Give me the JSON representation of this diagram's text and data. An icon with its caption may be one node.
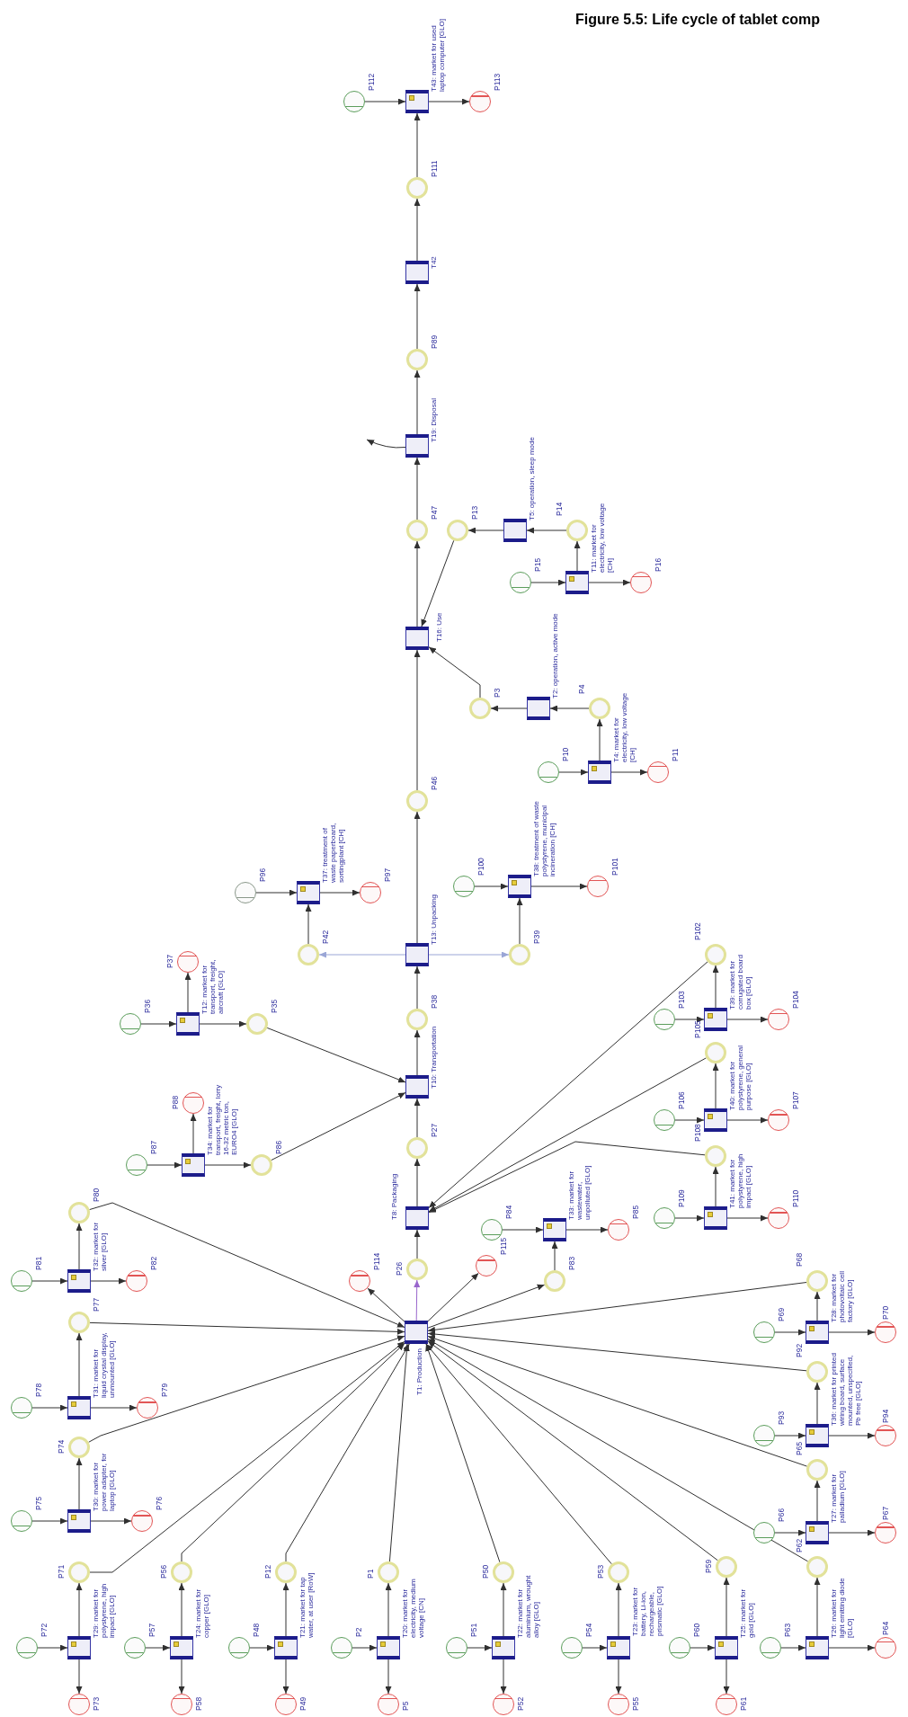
{
  "diagram": {
    "title": "Figure 5.5: Life cycle of tablet comp",
    "nodes": [
      {
        "text": [],
        "shape": "box",
        "beside": [
          "T43: market for used laptop computer [GLO]"
        ]
      },
      {
        "text": [],
        "shape": "circle",
        "beside": [
          "P112"
        ]
      },
      {
        "text": [],
        "shape": "circle",
        "beside": [
          "P113"
        ]
      },
      {
        "text": [],
        "shape": "circle",
        "beside": [
          "P111"
        ]
      },
      {
        "text": [],
        "shape": "box",
        "beside": [
          "T42"
        ]
      },
      {
        "text": [],
        "shape": "circle",
        "beside": [
          "P89"
        ]
      },
      {
        "text": [],
        "shape": "box",
        "beside": [
          "T19: Disposal"
        ]
      },
      {
        "text": [],
        "shape": "circle",
        "beside": [
          "P47"
        ]
      },
      {
        "text": [],
        "shape": "circle",
        "beside": [
          "P13"
        ]
      },
      {
        "text": [],
        "shape": "box",
        "beside": [
          "T5: operation, sleep mode"
        ]
      },
      {
        "text": [],
        "shape": "circle",
        "beside": [
          "P14"
        ]
      },
      {
        "text": [],
        "shape": "box",
        "beside": [
          "T11: market for electricity, low voltage [CH]"
        ]
      },
      {
        "text": [],
        "shape": "circle",
        "beside": [
          "P15"
        ]
      },
      {
        "text": [],
        "shape": "circle",
        "beside": [
          "P16"
        ]
      },
      {
        "text": [],
        "shape": "box",
        "beside": [
          "T16: Use"
        ]
      },
      {
        "text": [],
        "shape": "circle",
        "beside": [
          "P3"
        ]
      },
      {
        "text": [],
        "shape": "box",
        "beside": [
          "T2: operation, active mode"
        ]
      },
      {
        "text": [],
        "shape": "circle",
        "beside": [
          "P4"
        ]
      },
      {
        "text": [],
        "shape": "box",
        "beside": [
          "T4: market for electricity, low voltage [CH]"
        ]
      },
      {
        "text": [],
        "shape": "circle",
        "beside": [
          "P10"
        ]
      },
      {
        "text": [],
        "shape": "circle",
        "beside": [
          "P11"
        ]
      },
      {
        "text": [],
        "shape": "circle",
        "beside": [
          "P46"
        ]
      },
      {
        "text": [],
        "shape": "box",
        "beside": [
          "T37: treatment of waste paperboard, sortingplant [CH]"
        ]
      },
      {
        "text": [],
        "shape": "circle",
        "beside": [
          "P96"
        ]
      },
      {
        "text": [],
        "shape": "circle",
        "beside": [
          "P97"
        ]
      },
      {
        "text": [],
        "shape": "box",
        "beside": [
          "T38: treatment of waste polystyrene, municipal incineration [CH]"
        ]
      },
      {
        "text": [],
        "shape": "circle",
        "beside": [
          "P100"
        ]
      },
      {
        "text": [],
        "shape": "circle",
        "beside": [
          "P101"
        ]
      },
      {
        "text": [],
        "shape": "circle",
        "beside": [
          "P42"
        ]
      },
      {
        "text": [],
        "shape": "box",
        "beside": [
          "T13: Unpacking"
        ]
      },
      {
        "text": [],
        "shape": "circle",
        "beside": [
          "P39"
        ]
      },
      {
        "text": [],
        "shape": "circle",
        "beside": [
          "P37"
        ]
      },
      {
        "text": [],
        "shape": "box",
        "beside": [
          "T12: market for transport, freight, aircraft [GLO]"
        ]
      },
      {
        "text": [],
        "shape": "circle",
        "beside": [
          "P36"
        ]
      },
      {
        "text": [],
        "shape": "circle",
        "beside": [
          "P35"
        ]
      },
      {
        "text": [],
        "shape": "circle",
        "beside": [
          "P38"
        ]
      },
      {
        "text": [],
        "shape": "circle",
        "beside": [
          "P102"
        ]
      },
      {
        "text": [],
        "shape": "box",
        "beside": [
          "T39: market for corrugated board box [GLO]"
        ]
      },
      {
        "text": [],
        "shape": "circle",
        "beside": [
          "P103"
        ]
      },
      {
        "text": [],
        "shape": "circle",
        "beside": [
          "P104"
        ]
      },
      {
        "text": [],
        "shape": "circle",
        "beside": [
          "P105"
        ]
      },
      {
        "text": [],
        "shape": "box",
        "beside": [
          "T40: market for polystyrene, general purpose [GLO]"
        ]
      },
      {
        "text": [],
        "shape": "circle",
        "beside": [
          "P106"
        ]
      },
      {
        "text": [],
        "shape": "circle",
        "beside": [
          "P107"
        ]
      },
      {
        "text": [],
        "shape": "box",
        "beside": [
          "T10: Transportation"
        ]
      },
      {
        "text": [],
        "shape": "circle",
        "beside": [
          "P88"
        ]
      },
      {
        "text": [],
        "shape": "box",
        "beside": [
          "T34: market for transport, freight, lorry 16-32 metric ton, EURO4 [GLO]"
        ]
      },
      {
        "text": [],
        "shape": "circle",
        "beside": [
          "P87"
        ]
      },
      {
        "text": [],
        "shape": "circle",
        "beside": [
          "P86"
        ]
      },
      {
        "text": [],
        "shape": "circle",
        "beside": [
          "P27"
        ]
      },
      {
        "text": [],
        "shape": "circle",
        "beside": [
          "P108"
        ]
      },
      {
        "text": [],
        "shape": "box",
        "beside": [
          "T41: market for polystyrene, high impact [GLO]"
        ]
      },
      {
        "text": [],
        "shape": "circle",
        "beside": [
          "P109"
        ]
      },
      {
        "text": [],
        "shape": "circle",
        "beside": [
          "P110"
        ]
      },
      {
        "text": [],
        "shape": "circle",
        "beside": [
          "P80"
        ]
      },
      {
        "text": [],
        "shape": "box",
        "beside": [
          "T32: market for silver [GLO]"
        ]
      },
      {
        "text": [],
        "shape": "circle",
        "beside": [
          "P81"
        ]
      },
      {
        "text": [],
        "shape": "circle",
        "beside": [
          "P82"
        ]
      },
      {
        "text": [],
        "shape": "box",
        "beside": [
          "T8: Packaging"
        ]
      },
      {
        "text": [],
        "shape": "circle",
        "beside": [
          "P26"
        ]
      },
      {
        "text": [],
        "shape": "circle",
        "beside": [
          "P114"
        ]
      },
      {
        "text": [],
        "shape": "circle",
        "beside": [
          "P84"
        ]
      },
      {
        "text": [],
        "shape": "box",
        "beside": [
          "T33: market for wastewater, unpolluted [GLO]"
        ]
      },
      {
        "text": [],
        "shape": "circle",
        "beside": [
          "P85"
        ]
      },
      {
        "text": [],
        "shape": "circle",
        "beside": [
          "P115"
        ]
      },
      {
        "text": [],
        "shape": "circle",
        "beside": [
          "P83"
        ]
      },
      {
        "text": [],
        "shape": "circle",
        "beside": [
          "P77"
        ]
      },
      {
        "text": [],
        "shape": "box",
        "beside": [
          "T1: Production"
        ]
      },
      {
        "text": [],
        "shape": "circle",
        "beside": [
          "P68"
        ]
      },
      {
        "text": [],
        "shape": "box",
        "beside": [
          "T28: market for photovoltaic cell factory [GLO]"
        ]
      },
      {
        "text": [],
        "shape": "circle",
        "beside": [
          "P69"
        ]
      },
      {
        "text": [],
        "shape": "circle",
        "beside": [
          "P70"
        ]
      },
      {
        "text": [],
        "shape": "circle",
        "beside": [
          "P92"
        ]
      },
      {
        "text": [],
        "shape": "box",
        "beside": [
          "T31: market for liquid crystal display, unmounted [GLO]"
        ]
      },
      {
        "text": [],
        "shape": "circle",
        "beside": [
          "P78"
        ]
      },
      {
        "text": [],
        "shape": "circle",
        "beside": [
          "P79"
        ]
      },
      {
        "text": [],
        "shape": "box",
        "beside": [
          "T36: market for printed wiring board, surface mounted, unspecified, Pb free [GLO]"
        ]
      },
      {
        "text": [],
        "shape": "circle",
        "beside": [
          "P93"
        ]
      },
      {
        "text": [],
        "shape": "circle",
        "beside": [
          "P94"
        ]
      },
      {
        "text": [],
        "shape": "circle",
        "beside": [
          "P74"
        ]
      },
      {
        "text": [],
        "shape": "circle",
        "beside": [
          "P65"
        ]
      },
      {
        "text": [],
        "shape": "box",
        "beside": [
          "T30: market for power adapter, for laptop [GLO]"
        ]
      },
      {
        "text": [],
        "shape": "circle",
        "beside": [
          "P75"
        ]
      },
      {
        "text": [],
        "shape": "circle",
        "beside": [
          "P76"
        ]
      },
      {
        "text": [],
        "shape": "box",
        "beside": [
          "T27: market for palladium [GLO]"
        ]
      },
      {
        "text": [],
        "shape": "circle",
        "beside": [
          "P66"
        ]
      },
      {
        "text": [],
        "shape": "circle",
        "beside": [
          "P67"
        ]
      },
      {
        "text": [],
        "shape": "circle",
        "beside": [
          "P71"
        ]
      },
      {
        "text": [],
        "shape": "circle",
        "beside": [
          "P56"
        ]
      },
      {
        "text": [],
        "shape": "circle",
        "beside": [
          "P12"
        ]
      },
      {
        "text": [],
        "shape": "circle",
        "beside": [
          "P1"
        ]
      },
      {
        "text": [],
        "shape": "circle",
        "beside": [
          "P50"
        ]
      },
      {
        "text": [],
        "shape": "circle",
        "beside": [
          "P53"
        ]
      },
      {
        "text": [],
        "shape": "circle",
        "beside": [
          "P59"
        ]
      },
      {
        "text": [],
        "shape": "circle",
        "beside": [
          "P62"
        ]
      },
      {
        "text": [],
        "shape": "box",
        "beside": [
          "T29: market for polystyrene, high impact [GLO]"
        ]
      },
      {
        "text": [],
        "shape": "circle",
        "beside": [
          "P72"
        ]
      },
      {
        "text": [],
        "shape": "box",
        "beside": [
          "T24: market for copper [GLO]"
        ]
      },
      {
        "text": [],
        "shape": "circle",
        "beside": [
          "P57"
        ]
      },
      {
        "text": [],
        "shape": "box",
        "beside": [
          "T21: market for tap water, at user [RoW]"
        ]
      },
      {
        "text": [],
        "shape": "circle",
        "beside": [
          "P48"
        ]
      },
      {
        "text": [],
        "shape": "box",
        "beside": [
          "T20: market for electricity, medium voltage [CN]"
        ]
      },
      {
        "text": [],
        "shape": "circle",
        "beside": [
          "P2"
        ]
      },
      {
        "text": [],
        "shape": "box",
        "beside": [
          "T22: market for aluminium, wrought alloy [GLO]"
        ]
      },
      {
        "text": [],
        "shape": "circle",
        "beside": [
          "P51"
        ]
      },
      {
        "text": [],
        "shape": "box",
        "beside": [
          "T23: market for battery, Li-ion, rechargeable, prismatic [GLO]"
        ]
      },
      {
        "text": [],
        "shape": "circle",
        "beside": [
          "P54"
        ]
      },
      {
        "text": [],
        "shape": "box",
        "beside": [
          "T25: market for gold [GLO]"
        ]
      },
      {
        "text": [],
        "shape": "circle",
        "beside": [
          "P60"
        ]
      },
      {
        "text": [],
        "shape": "box",
        "beside": [
          "T26: market for light emitting diode [GLO]"
        ]
      },
      {
        "text": [],
        "shape": "circle",
        "beside": [
          "P63"
        ]
      },
      {
        "text": [],
        "shape": "circle",
        "beside": [
          "P73"
        ]
      },
      {
        "text": [],
        "shape": "circle",
        "beside": [
          "P58"
        ]
      },
      {
        "text": [],
        "shape": "circle",
        "beside": [
          "P49"
        ]
      },
      {
        "text": [],
        "shape": "circle",
        "beside": [
          "P5"
        ]
      },
      {
        "text": [],
        "shape": "circle",
        "beside": [
          "P52"
        ]
      },
      {
        "text": [],
        "shape": "circle",
        "beside": [
          "P55"
        ]
      },
      {
        "text": [],
        "shape": "circle",
        "beside": [
          "P61"
        ]
      },
      {
        "text": [],
        "shape": "circle",
        "beside": [
          "P64"
        ]
      }
    ],
    "edges": [
      {
        "from": 1,
        "to": 0,
        "arrow": "to"
      },
      {
        "from": 0,
        "to": 2,
        "arrow": "to"
      },
      {
        "from": 3,
        "to": 0,
        "arrow": "to"
      },
      {
        "from": 4,
        "to": 3,
        "arrow": "to"
      },
      {
        "from": 5,
        "to": 4,
        "arrow": "to"
      },
      {
        "from": 6,
        "to": 5,
        "arrow": "to"
      },
      {
        "from": 6,
        "to": null,
        "arrow": "to"
      },
      {
        "from": 7,
        "to": 6,
        "arrow": "to"
      },
      {
        "from": 14,
        "to": 7,
        "arrow": "to"
      },
      {
        "from": 8,
        "to": 14,
        "arrow": "to"
      },
      {
        "from": 9,
        "to": 8,
        "arrow": "to"
      },
      {
        "from": 10,
        "to": 9,
        "arrow": "to"
      },
      {
        "from": 11,
        "to": 10,
        "arrow": "to"
      },
      {
        "from": 12,
        "to": 11,
        "arrow": "to"
      },
      {
        "from": 11,
        "to": 13,
        "arrow": "to"
      },
      {
        "from": 21,
        "to": 14,
        "arrow": "to"
      },
      {
        "from": 15,
        "to": 14,
        "arrow": "to"
      },
      {
        "from": 16,
        "to": 15,
        "arrow": "to"
      },
      {
        "from": 17,
        "to": 16,
        "arrow": "to"
      },
      {
        "from": 18,
        "to": 17,
        "arrow": "to"
      },
      {
        "from": 19,
        "to": 18,
        "arrow": "to"
      },
      {
        "from": 18,
        "to": 20,
        "arrow": "to"
      },
      {
        "from": 29,
        "to": 21,
        "arrow": "to"
      },
      {
        "from": 28,
        "to": 22,
        "arrow": "to"
      },
      {
        "from": 23,
        "to": 22,
        "arrow": "to"
      },
      {
        "from": 22,
        "to": 24,
        "arrow": "to"
      },
      {
        "from": 29,
        "to": 28,
        "arrow": "to",
        "color": "#9aa6d6"
      },
      {
        "from": 29,
        "to": 30,
        "arrow": "to",
        "color": "#9aa6d6"
      },
      {
        "from": 30,
        "to": 25,
        "arrow": "to"
      },
      {
        "from": 26,
        "to": 25,
        "arrow": "to"
      },
      {
        "from": 25,
        "to": 27,
        "arrow": "to"
      },
      {
        "from": 35,
        "to": 29,
        "arrow": "to"
      },
      {
        "from": 44,
        "to": 35,
        "arrow": "to"
      },
      {
        "from": 49,
        "to": 44,
        "arrow": "to"
      },
      {
        "from": 34,
        "to": 44,
        "arrow": "to"
      },
      {
        "from": 48,
        "to": 44,
        "arrow": "to"
      },
      {
        "from": 33,
        "to": 32,
        "arrow": "to"
      },
      {
        "from": 32,
        "to": 31,
        "arrow": "to"
      },
      {
        "from": 32,
        "to": 34,
        "arrow": "to"
      },
      {
        "from": 47,
        "to": 46,
        "arrow": "to"
      },
      {
        "from": 46,
        "to": 45,
        "arrow": "to"
      },
      {
        "from": 46,
        "to": 48,
        "arrow": "to"
      },
      {
        "from": 58,
        "to": 49,
        "arrow": "to"
      },
      {
        "from": 36,
        "to": 58,
        "arrow": "to"
      },
      {
        "from": 38,
        "to": 37,
        "arrow": "to"
      },
      {
        "from": 37,
        "to": 39,
        "arrow": "to"
      },
      {
        "from": 37,
        "to": 36,
        "arrow": "to"
      },
      {
        "from": 40,
        "to": 58,
        "arrow": "to"
      },
      {
        "from": 42,
        "to": 41,
        "arrow": "to"
      },
      {
        "from": 41,
        "to": 43,
        "arrow": "to"
      },
      {
        "from": 41,
        "to": 40,
        "arrow": "to"
      },
      {
        "from": 50,
        "to": 58,
        "arrow": "to"
      },
      {
        "from": 52,
        "to": 51,
        "arrow": "to"
      },
      {
        "from": 51,
        "to": 53,
        "arrow": "to"
      },
      {
        "from": 51,
        "to": 50,
        "arrow": "to"
      },
      {
        "from": 59,
        "to": 58,
        "arrow": "to"
      },
      {
        "from": 67,
        "to": 59,
        "arrow": "to",
        "color": "#9966cc"
      },
      {
        "from": 67,
        "to": 60,
        "arrow": "to"
      },
      {
        "from": 67,
        "to": 64,
        "arrow": "to"
      },
      {
        "from": 67,
        "to": 65,
        "arrow": "to"
      },
      {
        "from": 65,
        "to": 62,
        "arrow": "to"
      },
      {
        "from": 61,
        "to": 62,
        "arrow": "to"
      },
      {
        "from": 62,
        "to": 63,
        "arrow": "to"
      },
      {
        "from": 54,
        "to": 67,
        "arrow": "to"
      },
      {
        "from": 66,
        "to": 67,
        "arrow": "to"
      },
      {
        "from": 79,
        "to": 67,
        "arrow": "to"
      },
      {
        "from": 87,
        "to": 67,
        "arrow": "to"
      },
      {
        "from": 88,
        "to": 67,
        "arrow": "to"
      },
      {
        "from": 89,
        "to": 67,
        "arrow": "to"
      },
      {
        "from": 90,
        "to": 67,
        "arrow": "to"
      },
      {
        "from": 91,
        "to": 67,
        "arrow": "to"
      },
      {
        "from": 92,
        "to": 67,
        "arrow": "to"
      },
      {
        "from": 93,
        "to": 67,
        "arrow": "to"
      },
      {
        "from": 94,
        "to": 67,
        "arrow": "to"
      },
      {
        "from": 80,
        "to": 67,
        "arrow": "to"
      },
      {
        "from": 72,
        "to": 67,
        "arrow": "to"
      },
      {
        "from": 68,
        "to": 67,
        "arrow": "to"
      },
      {
        "from": 56,
        "to": 55,
        "arrow": "to"
      },
      {
        "from": 55,
        "to": 57,
        "arrow": "to"
      },
      {
        "from": 55,
        "to": 54,
        "arrow": "to"
      },
      {
        "from": 74,
        "to": 73,
        "arrow": "to"
      },
      {
        "from": 73,
        "to": 75,
        "arrow": "to"
      },
      {
        "from": 73,
        "to": 66,
        "arrow": "to"
      },
      {
        "from": 82,
        "to": 81,
        "arrow": "to"
      },
      {
        "from": 81,
        "to": 83,
        "arrow": "to"
      },
      {
        "from": 81,
        "to": 79,
        "arrow": "to"
      },
      {
        "from": 96,
        "to": 95,
        "arrow": "to"
      },
      {
        "from": 95,
        "to": 111,
        "arrow": "to"
      },
      {
        "from": 95,
        "to": 87,
        "arrow": "to"
      },
      {
        "from": 98,
        "to": 97,
        "arrow": "to"
      },
      {
        "from": 97,
        "to": 112,
        "arrow": "to"
      },
      {
        "from": 97,
        "to": 88,
        "arrow": "to"
      },
      {
        "from": 100,
        "to": 99,
        "arrow": "to"
      },
      {
        "from": 99,
        "to": 113,
        "arrow": "to"
      },
      {
        "from": 99,
        "to": 89,
        "arrow": "to"
      },
      {
        "from": 102,
        "to": 101,
        "arrow": "to"
      },
      {
        "from": 101,
        "to": 114,
        "arrow": "to"
      },
      {
        "from": 101,
        "to": 90,
        "arrow": "to"
      },
      {
        "from": 104,
        "to": 103,
        "arrow": "to"
      },
      {
        "from": 103,
        "to": 115,
        "arrow": "to"
      },
      {
        "from": 103,
        "to": 91,
        "arrow": "to"
      },
      {
        "from": 106,
        "to": 105,
        "arrow": "to"
      },
      {
        "from": 105,
        "to": 116,
        "arrow": "to"
      },
      {
        "from": 105,
        "to": 92,
        "arrow": "to"
      },
      {
        "from": 108,
        "to": 107,
        "arrow": "to"
      },
      {
        "from": 107,
        "to": 117,
        "arrow": "to"
      },
      {
        "from": 107,
        "to": 93,
        "arrow": "to"
      },
      {
        "from": 110,
        "to": 109,
        "arrow": "to"
      },
      {
        "from": 109,
        "to": 118,
        "arrow": "to"
      },
      {
        "from": 109,
        "to": 94,
        "arrow": "to"
      },
      {
        "from": 85,
        "to": 84,
        "arrow": "to"
      },
      {
        "from": 84,
        "to": 86,
        "arrow": "to"
      },
      {
        "from": 84,
        "to": 80,
        "arrow": "to"
      },
      {
        "from": 77,
        "to": 76,
        "arrow": "to"
      },
      {
        "from": 76,
        "to": 78,
        "arrow": "to"
      },
      {
        "from": 76,
        "to": 72,
        "arrow": "to"
      },
      {
        "from": 70,
        "to": 69,
        "arrow": "to"
      },
      {
        "from": 69,
        "to": 71,
        "arrow": "to"
      },
      {
        "from": 69,
        "to": 68,
        "arrow": "to"
      }
    ]
  }
}
